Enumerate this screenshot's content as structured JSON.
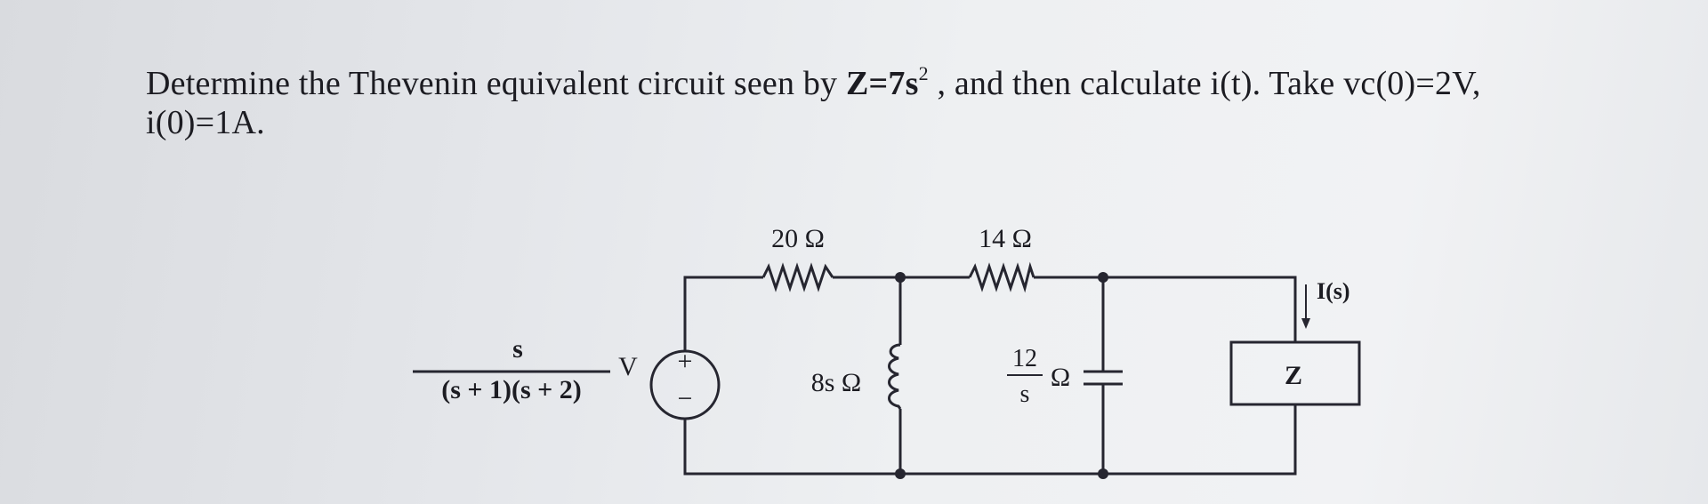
{
  "problem": {
    "line1_prefix": "Determine the Thevenin equivalent circuit seen by ",
    "load_expr": "Z=7s",
    "load_exp": "2",
    "line1_suffix": " , and then calculate i(t). Take vc(0)=2V,",
    "line2": "i(0)=1A."
  },
  "circuit": {
    "source": {
      "numerator": "s",
      "denominator": "(s + 1)(s + 2)",
      "unit": "V",
      "plus": "+",
      "minus": "−"
    },
    "resistor_1": "20 Ω",
    "resistor_2": "14 Ω",
    "inductor": "8s Ω",
    "capacitor": {
      "numerator": "12",
      "denominator": "s",
      "unit": "Ω"
    },
    "load": {
      "label": "Z",
      "current": "I(s)"
    }
  }
}
